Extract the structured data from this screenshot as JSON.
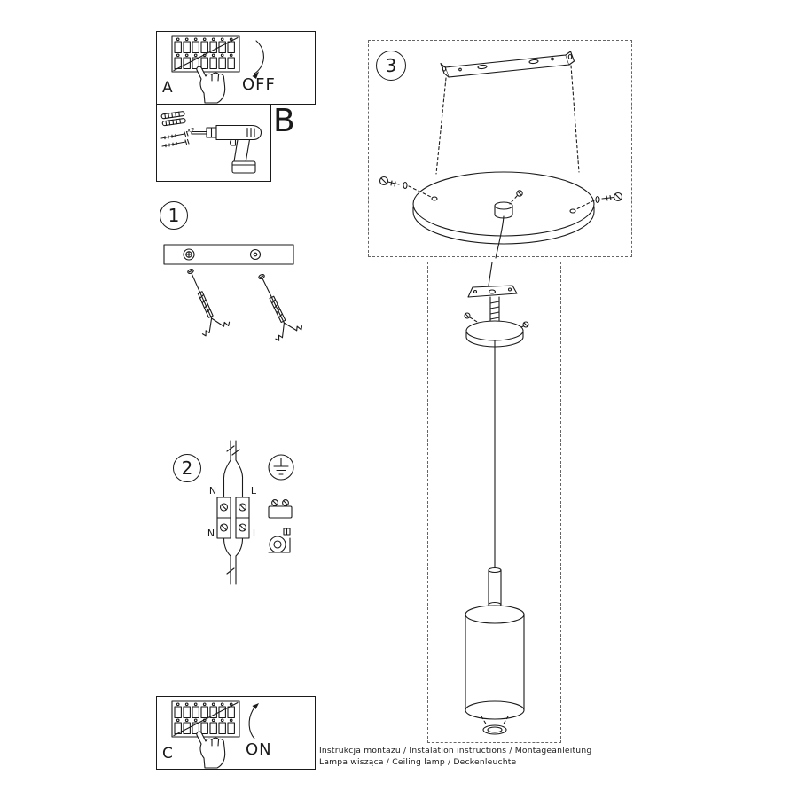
{
  "sheet": {
    "background": "#ffffff",
    "ink": "#1a1a1a",
    "dash_color": "#666666"
  },
  "panels": {
    "a": {
      "label": "A",
      "action": "OFF"
    },
    "b": {
      "label": "B",
      "quantity": "x2"
    },
    "c": {
      "label": "C",
      "action": "ON"
    },
    "step1": {
      "label": "1"
    },
    "step2": {
      "label": "2",
      "terminals": {
        "n_in": "N",
        "l_in": "L",
        "n_out": "N",
        "l_out": "L"
      }
    },
    "step3": {
      "label": "3"
    }
  },
  "footer": {
    "line1": "Instrukcja montażu / Instalation instructions / Montageanleitung",
    "line2": "Lampa wisząca / Ceiling lamp / Deckenleuchte"
  },
  "icons": {
    "breaker-panel": "electrical fuse box with breaker switches",
    "pointing-hand": "hand flipping breaker switch",
    "arrow-down": "curved arrow pointing down (switch off)",
    "arrow-up": "curved arrow pointing up (switch on)",
    "wall-plug": "expansion wall plugs",
    "screw": "mounting screws",
    "drill": "power drill",
    "mounting-rail": "ceiling mounting rail with holes",
    "toggle-anchor": "spring toggle anchors with screws",
    "power-cable": "mains cable split into N and L wires",
    "terminal-block": "luster terminal block",
    "earth-symbol": "protective earth grounding symbol",
    "cable-clamp": "strain relief cable clamp",
    "mounting-bracket": "ceiling mounting bracket strip",
    "ceiling-canopy": "round ceiling canopy plate with side screws",
    "pendant-canopy": "pendant canopy with hanger bracket",
    "pendant-cable": "suspension cable",
    "cord-grip": "cable cord grip",
    "lampshade": "cylindrical lamp shade",
    "bottom-ring": "shade fixing ring"
  }
}
